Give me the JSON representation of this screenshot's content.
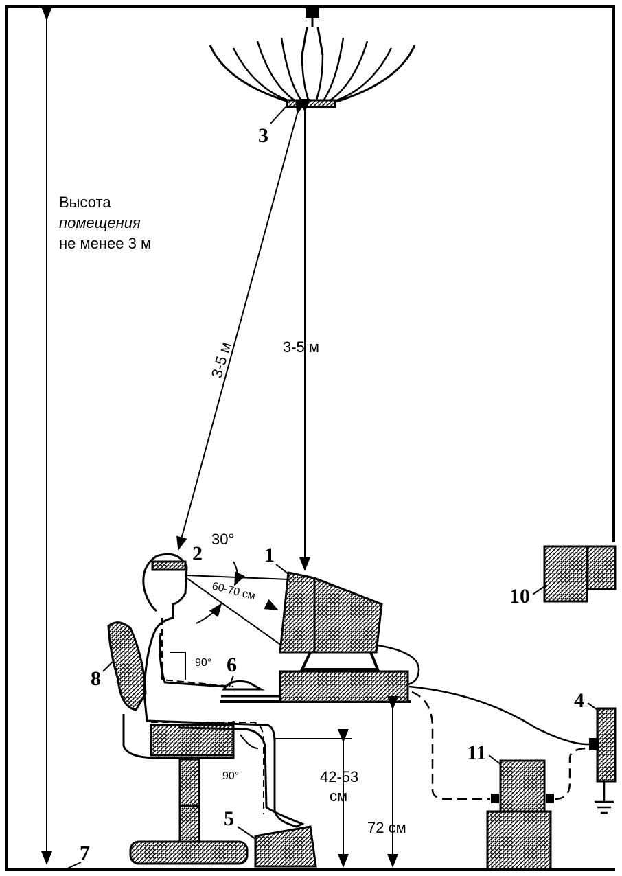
{
  "room_height_note": [
    "Высота",
    "помещения",
    "не менее 3 м"
  ],
  "dimensions": {
    "lamp_to_eye": "3-5 м",
    "lamp_to_monitor": "3-5 м",
    "gaze_angle": "30°",
    "eye_to_screen": "60-70 см",
    "elbow_angle": "90°",
    "knee_angle": "90°",
    "seat_height": [
      "42-53",
      "см"
    ],
    "desk_height": "72 см"
  },
  "callouts": {
    "n1": "1",
    "n2": "2",
    "n3": "3",
    "n4": "4",
    "n5": "5",
    "n6": "6",
    "n7": "7",
    "n8": "8",
    "n10": "10",
    "n11": "11"
  }
}
